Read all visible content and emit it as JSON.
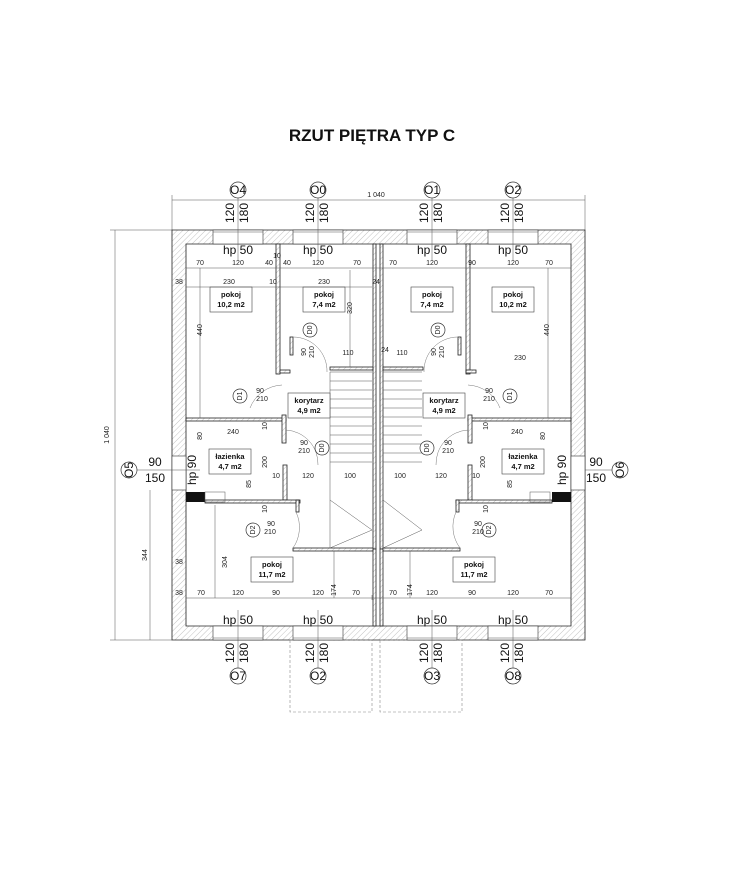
{
  "title": "RZUT PIĘTRA TYP C",
  "overall_width": "1 040",
  "overall_depth": "1 040",
  "left_lower_depth": "344",
  "windows_top": [
    {
      "id": "O4",
      "width": "120",
      "height": "180",
      "sill": "hp 50"
    },
    {
      "id": "O0",
      "width": "120",
      "height": "180",
      "sill": "hp 50"
    },
    {
      "id": "O1",
      "width": "120",
      "height": "180",
      "sill": "hp 50"
    },
    {
      "id": "O2",
      "width": "120",
      "height": "180",
      "sill": "hp 50"
    }
  ],
  "windows_bottom": [
    {
      "id": "O7",
      "width": "120",
      "height": "180",
      "sill": "hp 50"
    },
    {
      "id": "O2",
      "width": "120",
      "height": "180",
      "sill": "hp 50"
    },
    {
      "id": "O3",
      "width": "120",
      "height": "180",
      "sill": "hp 50"
    },
    {
      "id": "O8",
      "width": "120",
      "height": "180",
      "sill": "hp 50"
    }
  ],
  "windows_side": [
    {
      "id": "O5",
      "width": "90",
      "height": "150",
      "sill": "hp 90"
    },
    {
      "id": "O6",
      "width": "90",
      "height": "150",
      "sill": "hp 90"
    }
  ],
  "rooms": [
    {
      "name": "pokoj",
      "area": "10,2 m2"
    },
    {
      "name": "pokoj",
      "area": "7,4 m2"
    },
    {
      "name": "pokoj",
      "area": "7,4 m2"
    },
    {
      "name": "pokoj",
      "area": "10,2 m2"
    },
    {
      "name": "korytarz",
      "area": "4,9 m2"
    },
    {
      "name": "korytarz",
      "area": "4,9 m2"
    },
    {
      "name": "łazienka",
      "area": "4,7 m2"
    },
    {
      "name": "łazienka",
      "area": "4,7 m2"
    },
    {
      "name": "pokoj",
      "area": "11,7 m2"
    },
    {
      "name": "pokoj",
      "area": "11,7 m2"
    }
  ],
  "doors": [
    {
      "id": "D0",
      "width": "90",
      "height": "210"
    },
    {
      "id": "D0",
      "width": "90",
      "height": "210"
    },
    {
      "id": "D1",
      "width": "90",
      "height": "210"
    },
    {
      "id": "D1",
      "width": "90",
      "height": "210"
    },
    {
      "id": "D0",
      "width": "90",
      "height": "210"
    },
    {
      "id": "D0",
      "width": "90",
      "height": "210"
    },
    {
      "id": "D2",
      "width": "90",
      "height": "210"
    },
    {
      "id": "D2",
      "width": "90",
      "height": "210"
    }
  ],
  "dimension_labels": [
    "70",
    "120",
    "40",
    "10",
    "40",
    "120",
    "70",
    "70",
    "120",
    "90",
    "120",
    "70",
    "38",
    "230",
    "10",
    "230",
    "24",
    "440",
    "320",
    "440",
    "230",
    "110",
    "24",
    "110",
    "80",
    "240",
    "10",
    "240",
    "80",
    "10",
    "200",
    "200",
    "85",
    "85",
    "10",
    "120",
    "100",
    "100",
    "120",
    "10",
    "10",
    "10",
    "38",
    "304",
    "174",
    "174",
    "38",
    "70",
    "120",
    "90",
    "120",
    "70",
    "70",
    "120",
    "90",
    "120",
    "70"
  ]
}
